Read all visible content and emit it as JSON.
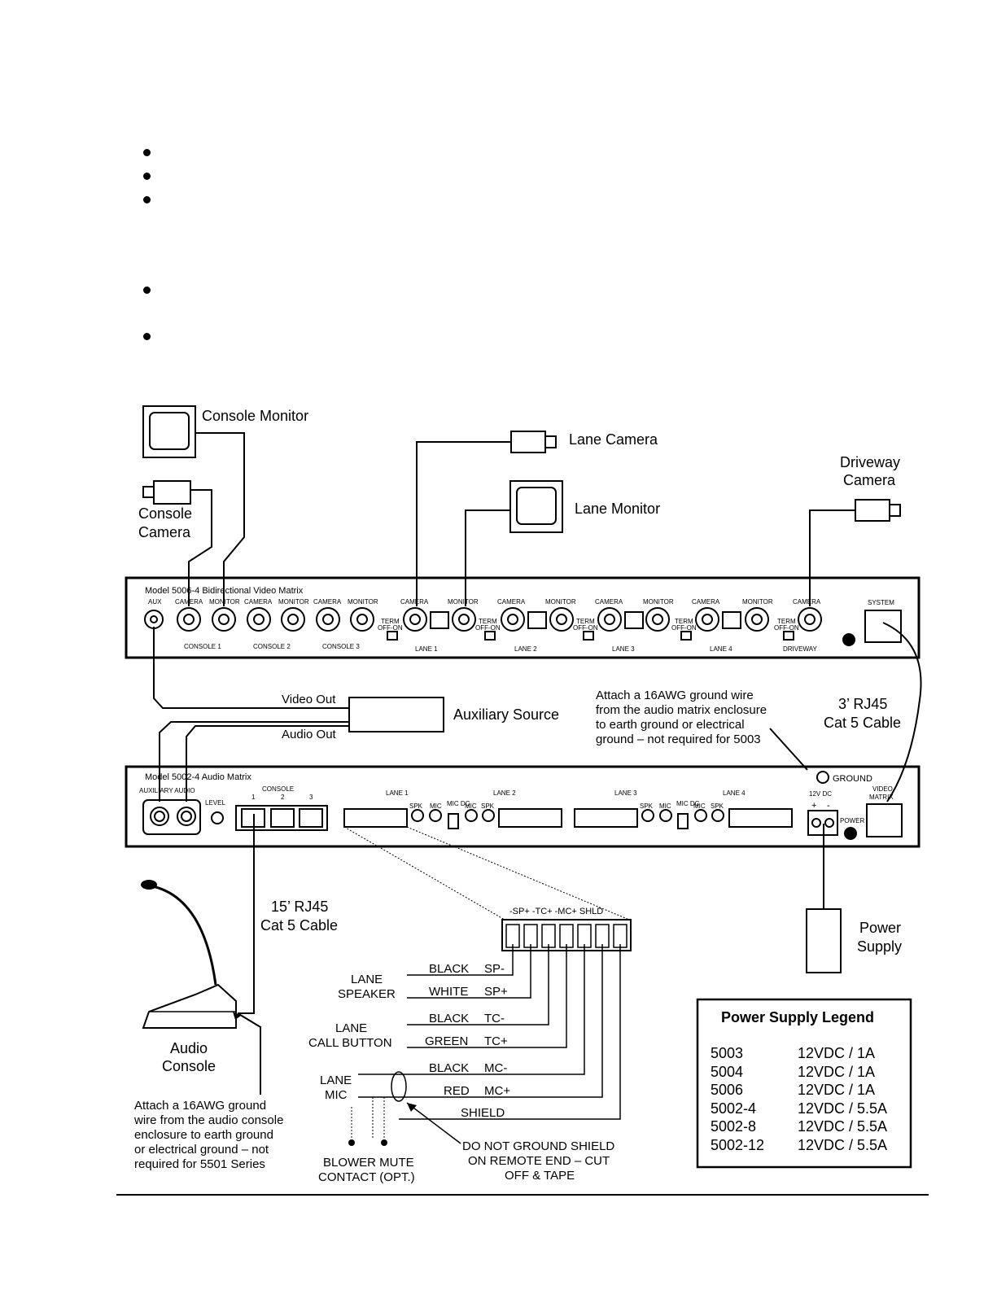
{
  "labels": {
    "console_monitor": "Console Monitor",
    "console_camera_1": "Console",
    "console_camera_2": "Camera",
    "lane_camera": "Lane Camera",
    "lane_monitor": "Lane Monitor",
    "driveway_camera_1": "Driveway",
    "driveway_camera_2": "Camera",
    "video_out": "Video Out",
    "audio_out": "Audio Out",
    "auxiliary_source": "Auxiliary Source",
    "ground_note_1": "Attach a 16AWG ground wire",
    "ground_note_2": "from the audio matrix enclosure",
    "ground_note_3": "to earth ground or electrical",
    "ground_note_4": "ground – not required for 5003",
    "rj45_3_1": "3’ RJ45",
    "rj45_3_2": "Cat 5 Cable",
    "rj45_15_1": "15’ RJ45",
    "rj45_15_2": "Cat 5 Cable",
    "power_supply_1": "Power",
    "power_supply_2": "Supply",
    "audio_console_1": "Audio",
    "audio_console_2": "Console",
    "console_ground_1": "Attach a 16AWG ground",
    "console_ground_2": "wire from the audio console",
    "console_ground_3": "enclosure to earth ground",
    "console_ground_4": "or electrical ground – not",
    "console_ground_5": "required for 5501 Series",
    "lane_speaker_1": "LANE",
    "lane_speaker_2": "SPEAKER",
    "lane_call_1": "LANE",
    "lane_call_2": "CALL BUTTON",
    "lane_mic_1": "LANE",
    "lane_mic_2": "MIC",
    "blower_1": "BLOWER MUTE",
    "blower_2": "CONTACT (OPT.)",
    "shield_note_1": "DO NOT GROUND SHIELD",
    "shield_note_2": "ON REMOTE END – CUT",
    "shield_note_3": "OFF & TAPE",
    "terminals": "-SP+   -TC+   -MC+ SHLD"
  },
  "wires": [
    {
      "color": "BLACK",
      "signal": "SP-"
    },
    {
      "color": "WHITE",
      "signal": "SP+"
    },
    {
      "color": "BLACK",
      "signal": "TC-"
    },
    {
      "color": "GREEN",
      "signal": "TC+"
    },
    {
      "color": "BLACK",
      "signal": "MC-"
    },
    {
      "color": "RED",
      "signal": "MC+"
    },
    {
      "color": "",
      "signal": "SHIELD"
    }
  ],
  "video_matrix": {
    "title": "Model 5006-4 Bidirectional Video Matrix",
    "aux": "AUX",
    "camera": "CAMERA",
    "monitor": "MONITOR",
    "console1": "CONSOLE 1",
    "console2": "CONSOLE 2",
    "console3": "CONSOLE 3",
    "term": "TERM",
    "offon": "OFF-ON",
    "lane1": "LANE 1",
    "lane2": "LANE 2",
    "lane3": "LANE 3",
    "lane4": "LANE 4",
    "driveway": "DRIVEWAY",
    "system": "SYSTEM"
  },
  "audio_matrix": {
    "title": "Model 5002-4 Audio Matrix",
    "aux_audio": "AUXILIARY AUDIO",
    "level": "LEVEL",
    "console": "CONSOLE",
    "c1": "1",
    "c2": "2",
    "c3": "3",
    "lane1": "LANE 1",
    "lane2": "LANE 2",
    "lane3": "LANE 3",
    "lane4": "LANE 4",
    "spk": "SPK",
    "mic": "MIC",
    "mic_dc": "MIC DC",
    "ground": "GROUND",
    "v12dc": "12V DC",
    "plus": "+",
    "minus": "-",
    "power": "POWER",
    "video_matrix_1": "VIDEO",
    "video_matrix_2": "MATRIX"
  },
  "legend": {
    "title": "Power Supply Legend",
    "rows": [
      {
        "model": "5003",
        "rating": "12VDC / 1A"
      },
      {
        "model": "5004",
        "rating": "12VDC / 1A"
      },
      {
        "model": "5006",
        "rating": "12VDC / 1A"
      },
      {
        "model": "5002-4",
        "rating": "12VDC / 5.5A"
      },
      {
        "model": "5002-8",
        "rating": "12VDC / 5.5A"
      },
      {
        "model": "5002-12",
        "rating": "12VDC / 5.5A"
      }
    ]
  }
}
